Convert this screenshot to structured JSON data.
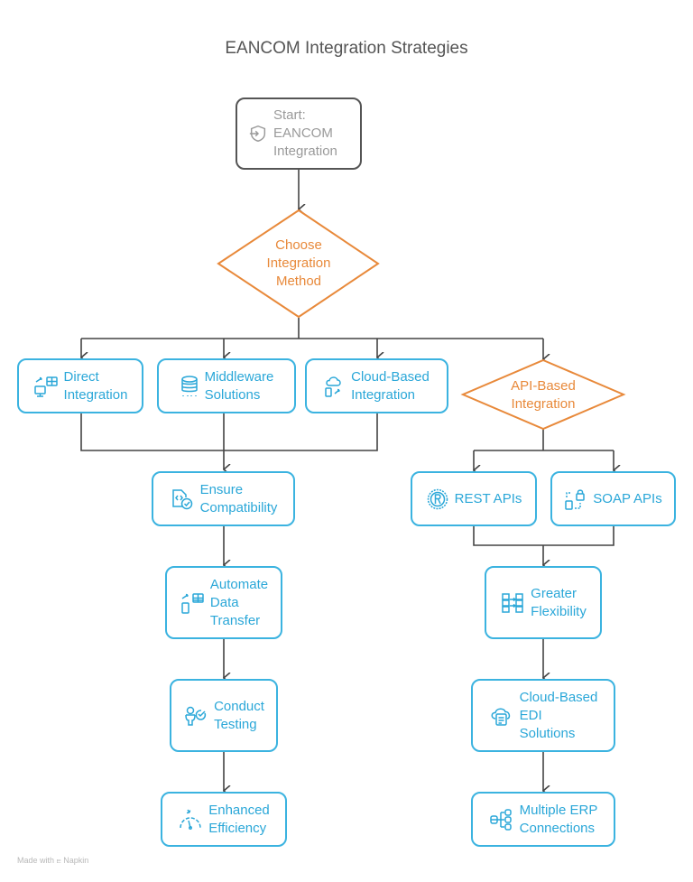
{
  "title": "EANCOM Integration Strategies",
  "colors": {
    "process": "#3bb3e0",
    "decision": "#e8893a",
    "start": "#555555",
    "edge": "#444444"
  },
  "nodes": {
    "start": {
      "label": "Start:\nEANCOM\nIntegration",
      "icon": "shield-login-icon"
    },
    "choose": {
      "label": "Choose\nIntegration\nMethod"
    },
    "direct": {
      "label": "Direct\nIntegration",
      "icon": "computer-table-sync-icon"
    },
    "middleware": {
      "label": "Middleware\nSolutions",
      "icon": "database-icon"
    },
    "cloud_based": {
      "label": "Cloud-Based\nIntegration",
      "icon": "cloud-device-sync-icon"
    },
    "api_based": {
      "label": "API-Based\nIntegration"
    },
    "ensure": {
      "label": "Ensure\nCompatibility",
      "icon": "code-file-check-icon"
    },
    "automate": {
      "label": "Automate\nData\nTransfer",
      "icon": "phone-table-sync-icon"
    },
    "testing": {
      "label": "Conduct\nTesting",
      "icon": "person-check-icon"
    },
    "efficiency": {
      "label": "Enhanced\nEfficiency",
      "icon": "speedometer-icon"
    },
    "rest": {
      "label": "REST APIs",
      "icon": "badge-r-icon"
    },
    "soap": {
      "label": "SOAP APIs",
      "icon": "lock-transfer-icon"
    },
    "flexibility": {
      "label": "Greater\nFlexibility",
      "icon": "grid-arrows-icon"
    },
    "cloud_edi": {
      "label": "Cloud-Based\nEDI\nSolutions",
      "icon": "cloud-document-icon"
    },
    "erp": {
      "label": "Multiple ERP\nConnections",
      "icon": "database-network-icon"
    }
  },
  "footer": "Made with ⫢ Napkin"
}
